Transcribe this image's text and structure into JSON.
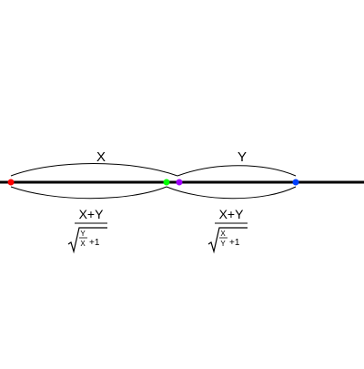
{
  "segment_labels": {
    "x": "X",
    "y": "Y"
  },
  "formulas": {
    "left": {
      "numerator": "X+Y",
      "frac_numerator": "Y",
      "frac_denominator": "X",
      "plus_one": "+1"
    },
    "right": {
      "numerator": "X+Y",
      "frac_numerator": "X",
      "frac_denominator": "Y",
      "plus_one": "+1"
    }
  },
  "colors": {
    "line": "#000000",
    "point_red": "#ff0000",
    "point_green": "#00ff00",
    "point_purple": "#a000ff",
    "point_blue": "#0040ff"
  }
}
